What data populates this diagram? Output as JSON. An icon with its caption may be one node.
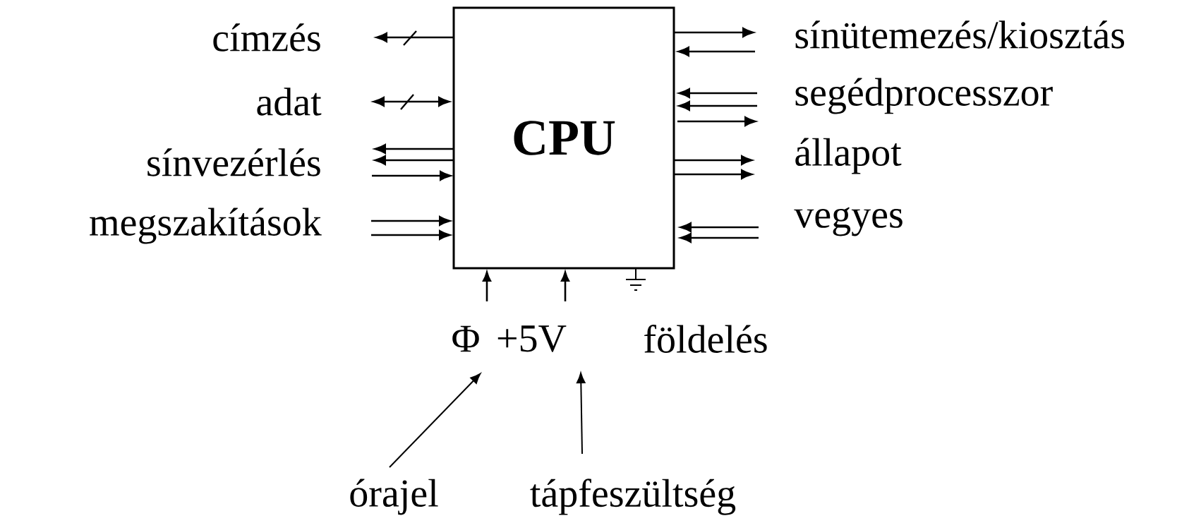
{
  "diagram": {
    "nodes": [
      {
        "text": [
          "CPU"
        ]
      },
      {
        "text": [
          "címzés"
        ]
      },
      {
        "text": [
          "adat"
        ]
      },
      {
        "text": [
          "sínvezérlés"
        ]
      },
      {
        "text": [
          "megszakítások"
        ]
      },
      {
        "text": [
          "sínütemezés/kiosztás"
        ]
      },
      {
        "text": [
          "segédprocesszor"
        ]
      },
      {
        "text": [
          "állapot"
        ]
      },
      {
        "text": [
          "vegyes"
        ]
      },
      {
        "text": [
          "Φ"
        ]
      },
      {
        "text": [
          "+5V"
        ]
      },
      {
        "text": [
          "földelés"
        ]
      },
      {
        "text": [
          "órajel"
        ]
      },
      {
        "text": [
          "tápfeszültség"
        ]
      }
    ],
    "edges": [
      {
        "from": 0,
        "to": 1,
        "arrow": "to"
      },
      {
        "from": 0,
        "to": 2,
        "arrow": "both"
      },
      {
        "from": 0,
        "to": 3,
        "arrow": "to"
      },
      {
        "from": 0,
        "to": 3,
        "arrow": "to"
      },
      {
        "from": 3,
        "to": 0,
        "arrow": "to"
      },
      {
        "from": 4,
        "to": 0,
        "arrow": "to"
      },
      {
        "from": 4,
        "to": 0,
        "arrow": "to"
      },
      {
        "from": 0,
        "to": 5,
        "arrow": "to"
      },
      {
        "from": 5,
        "to": 0,
        "arrow": "to"
      },
      {
        "from": 6,
        "to": 0,
        "arrow": "to"
      },
      {
        "from": 6,
        "to": 0,
        "arrow": "to"
      },
      {
        "from": 0,
        "to": 6,
        "arrow": "to"
      },
      {
        "from": 0,
        "to": 7,
        "arrow": "to"
      },
      {
        "from": 0,
        "to": 7,
        "arrow": "to"
      },
      {
        "from": 8,
        "to": 0,
        "arrow": "to"
      },
      {
        "from": 8,
        "to": 0,
        "arrow": "to"
      },
      {
        "from": 9,
        "to": 0,
        "arrow": "to"
      },
      {
        "from": 10,
        "to": 0,
        "arrow": "to"
      },
      {
        "from": 12,
        "to": 9,
        "arrow": "to"
      },
      {
        "from": 13,
        "to": 10,
        "arrow": "to"
      }
    ]
  }
}
